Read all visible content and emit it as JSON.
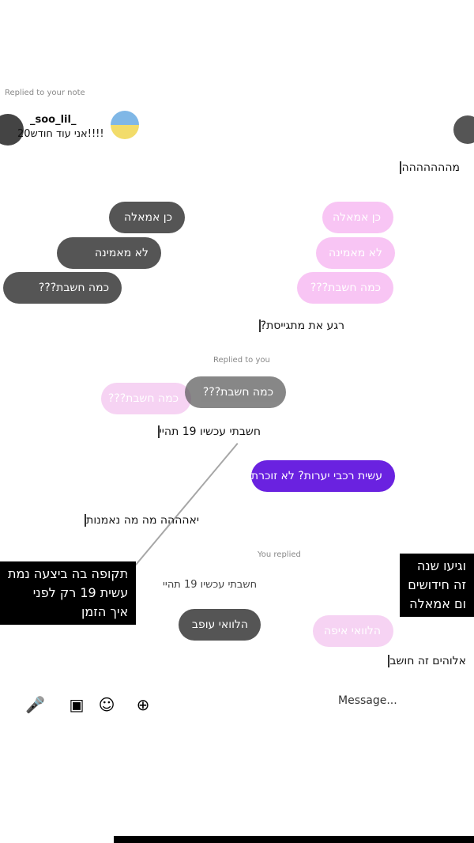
{
  "note": {
    "label": "Replied to your note",
    "username": "_soo_lil_",
    "text": "אני עוד חודש20!!!!"
  },
  "messages": {
    "m1": "מההההההה",
    "m2_pink": "כן אמאלה",
    "m3_dark": "כן אמאלה",
    "m4_pink": "לא מאמינה",
    "m5_dark": "לא מאמינה",
    "m6_pink": "כמה חשבת???",
    "m7_dark": "כמה חשבת???",
    "m8": "רגע את מתגייסת?",
    "reply_label": "Replied to you",
    "m9_pink_soft": "כמה חשבת???",
    "m10_dark": "כמה חשבת???",
    "m11": "חשבתי עכשיו 19 תהיי",
    "m12_purple": "עשית רכבי יערות? לא זוכרת",
    "m13": "יאהההה מה מה נאמנות",
    "you_replied": "You replied",
    "block_left_l1": "תקופה בה ביצעה נמת",
    "block_left_l2": "עשית 19 רק לפני",
    "block_left_l3": "איך הזמן",
    "block_right_l1": "וגיעו שנה",
    "block_right_l2": "זה חידושים",
    "block_right_l3": "ום אמאלה",
    "m14_gray": "חשבתי עכשיו 19 תהיי",
    "m15_dark": "הלוואי עופב",
    "m16_pink_soft": "הלוואי איפה",
    "m17": "אלוהים זה חושב"
  },
  "composer": {
    "placeholder": "Message...",
    "icons": [
      "mic-icon",
      "image-icon",
      "sticker-icon",
      "plus-icon"
    ]
  }
}
